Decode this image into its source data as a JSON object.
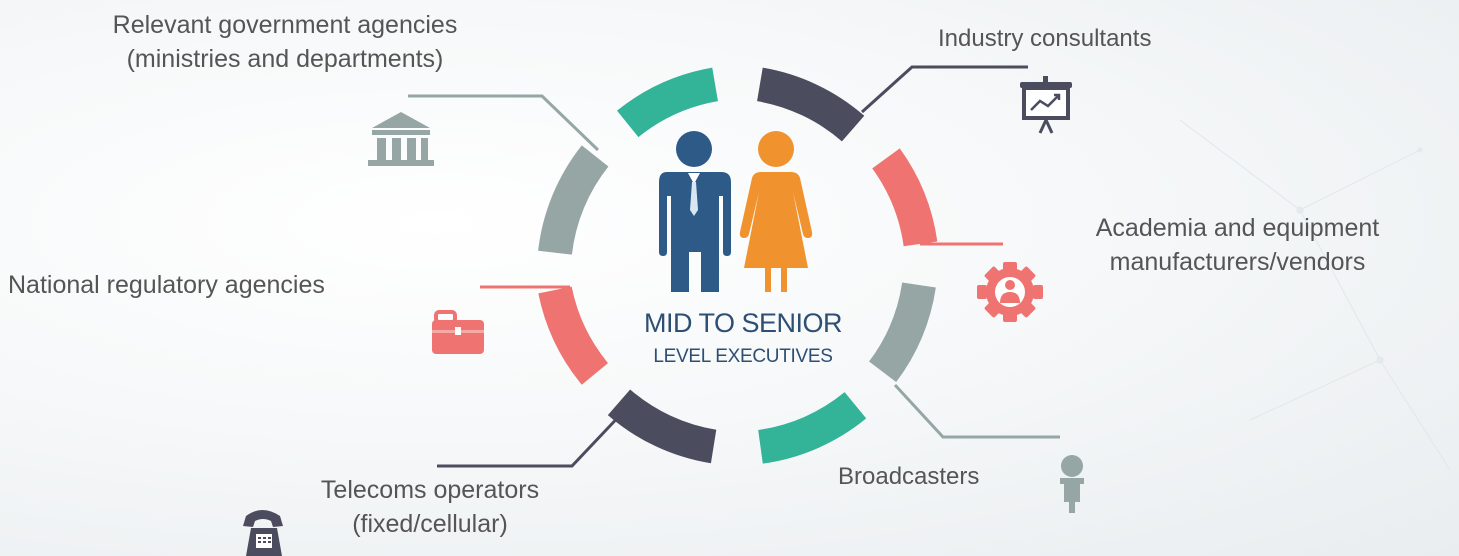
{
  "center": {
    "line1": "MID TO SENIOR",
    "line2": "LEVEL EXECUTIVES"
  },
  "labels": {
    "gov_line1": "Relevant government agencies",
    "gov_line2": "(ministries and departments)",
    "regulatory": "National regulatory agencies",
    "telecoms_line1": "Telecoms operators",
    "telecoms_line2": "(fixed/cellular)",
    "consultants": "Industry consultants",
    "academia_line1": "Academia and equipment",
    "academia_line2": "manufacturers/vendors",
    "broadcasters": "Broadcasters"
  },
  "icons": {
    "gov": "government-building-icon",
    "regulatory": "briefcase-icon",
    "telecoms": "telephone-icon",
    "consultants": "presentation-chart-icon",
    "academia": "gear-person-icon",
    "broadcasters": "microphone-icon",
    "male": "businessman-icon",
    "female": "businesswoman-icon"
  },
  "colors": {
    "teal": "#33b398",
    "dark": "#4b4c5e",
    "coral": "#ef7471",
    "gray": "#95a6a4",
    "male": "#2d5a86",
    "female": "#f0922e",
    "text": "#555555"
  }
}
